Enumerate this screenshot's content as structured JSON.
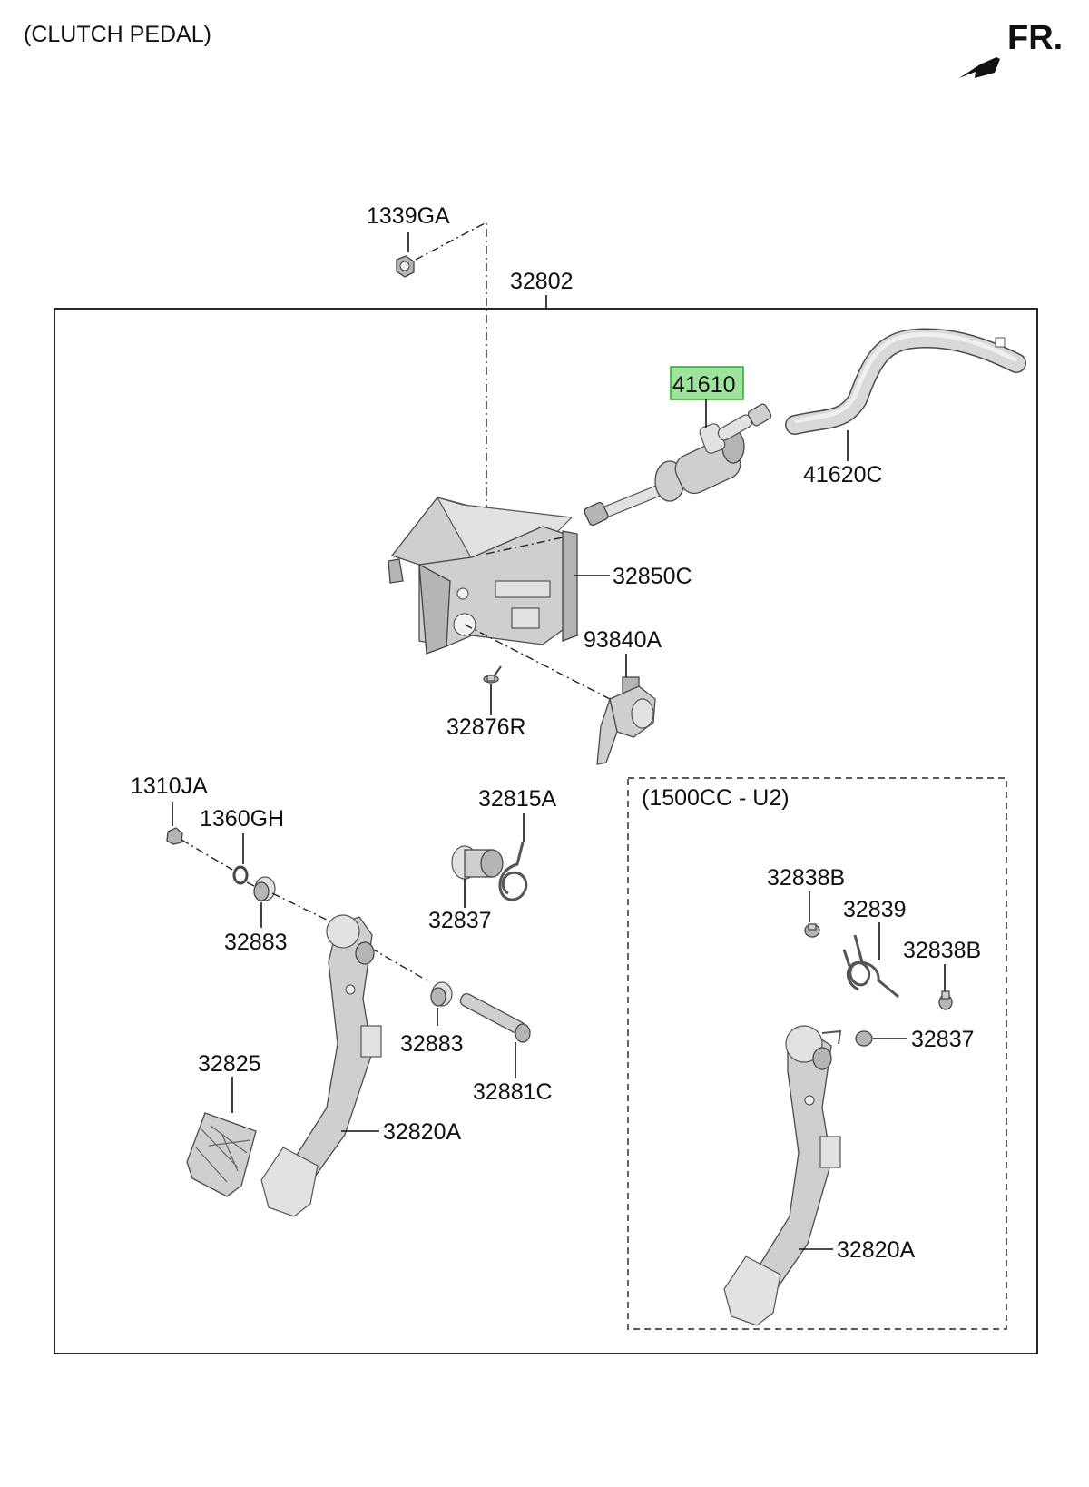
{
  "title": "(CLUTCH PEDAL)",
  "direction": {
    "label": "FR.",
    "icon": "front-direction-arrow-icon"
  },
  "variant_box": {
    "label": "(1500CC - U2)"
  },
  "highlight_color": "#9de39d",
  "labels": {
    "p1339GA": "1339GA",
    "p32802": "32802",
    "p41610": "41610",
    "p41620C": "41620C",
    "p32850C": "32850C",
    "p93840A": "93840A",
    "p32876R": "32876R",
    "p1310JA": "1310JA",
    "p1360GH": "1360GH",
    "p32815A": "32815A",
    "p32837a": "32837",
    "p32883a": "32883",
    "p32883b": "32883",
    "p32881C": "32881C",
    "p32825": "32825",
    "p32820Aa": "32820A",
    "p32838Ba": "32838B",
    "p32839": "32839",
    "p32838Bb": "32838B",
    "p32837b": "32837",
    "p32820Ab": "32820A"
  }
}
